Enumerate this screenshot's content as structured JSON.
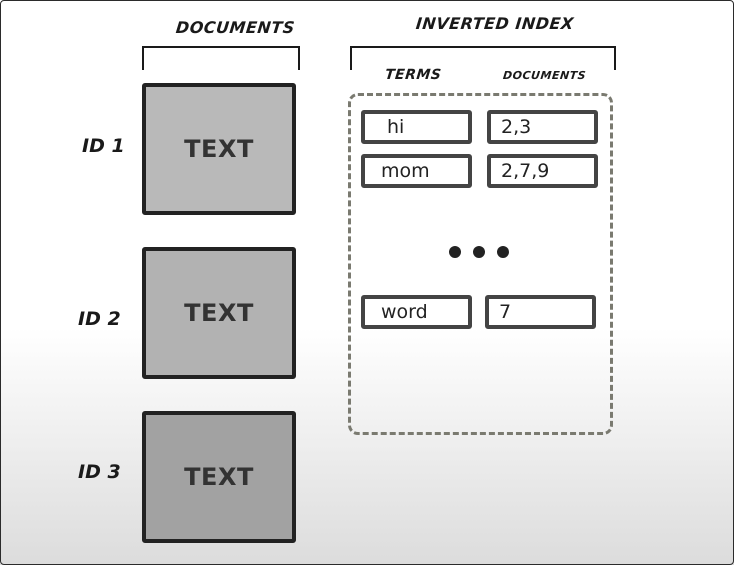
{
  "headings": {
    "documents": "DOCUMENTS",
    "inverted_index": "INVERTED INDEX",
    "terms": "TERMS",
    "index_documents": "DOCUMENTS"
  },
  "documents": [
    {
      "id": "ID 1",
      "text": "TEXT",
      "fill": "#b9b9b9"
    },
    {
      "id": "ID 2",
      "text": "TEXT",
      "fill": "#b2b2b2"
    },
    {
      "id": "ID 3",
      "text": "TEXT",
      "fill": "#a2a2a2"
    }
  ],
  "index_entries": [
    {
      "term": "hi",
      "docs": "2,3"
    },
    {
      "term": "mom",
      "docs": "2,7,9"
    },
    {
      "term": "word",
      "docs": "7"
    }
  ],
  "colors": {
    "outline": "#222222",
    "dashed_border": "#7a7a70"
  }
}
